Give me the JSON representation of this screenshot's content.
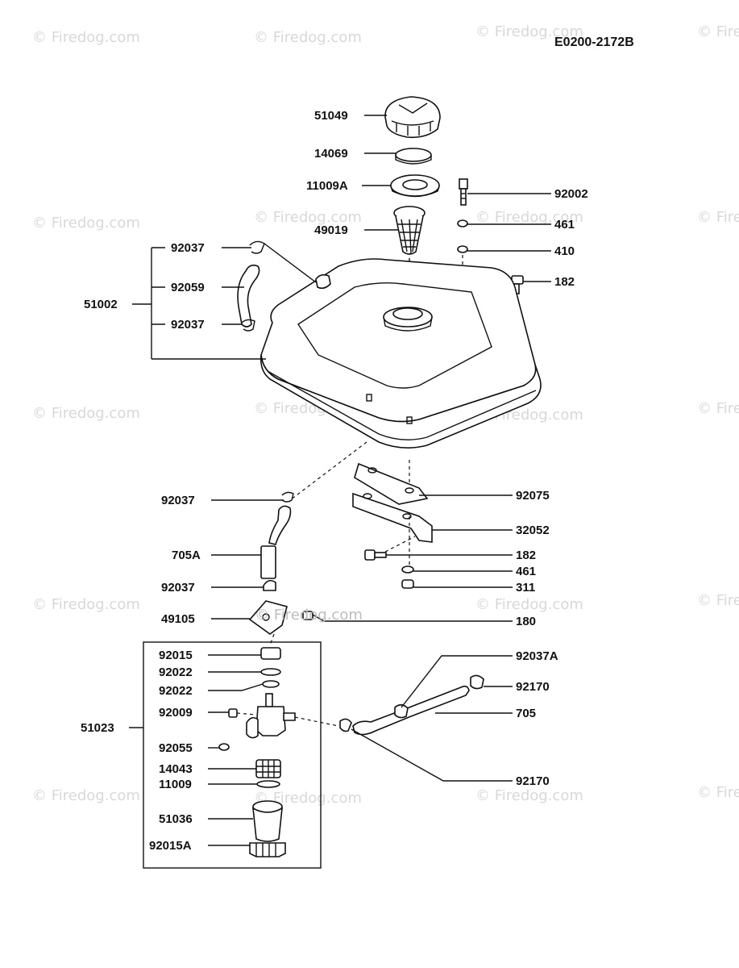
{
  "diagram_code": "E0200-2172B",
  "watermark": "© Firedog.com",
  "labels": {
    "l51049": "51049",
    "l14069": "14069",
    "l11009A": "11009A",
    "l49019": "49019",
    "l92002": "92002",
    "l461a": "461",
    "l410": "410",
    "l182a": "182",
    "l92037a": "92037",
    "l92059": "92059",
    "l92037b": "92037",
    "l51002": "51002",
    "l92037c": "92037",
    "l92075": "92075",
    "l32052": "32052",
    "l705A": "705A",
    "l182b": "182",
    "l461b": "461",
    "l92037d": "92037",
    "l311": "311",
    "l49105": "49105",
    "l180": "180",
    "l92015": "92015",
    "l92022a": "92022",
    "l92022b": "92022",
    "l92037A": "92037A",
    "l92170a": "92170",
    "l92009": "92009",
    "l705": "705",
    "l51023": "51023",
    "l92055": "92055",
    "l14043": "14043",
    "l11009": "11009",
    "l92170b": "92170",
    "l51036": "51036",
    "l92015A": "92015A"
  }
}
